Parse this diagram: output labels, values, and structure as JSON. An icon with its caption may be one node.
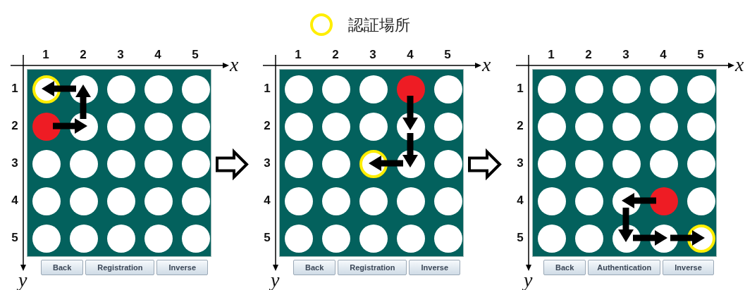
{
  "diagram": {
    "nodes": [
      {
        "text": [],
        "shape": "box"
      },
      {
        "text": [],
        "shape": "circle",
        "in": 0
      },
      {
        "text": [],
        "shape": "circle",
        "in": 0
      },
      {
        "text": [],
        "shape": "circle",
        "in": 0
      },
      {
        "text": [],
        "shape": "circle",
        "in": 0
      },
      {
        "text": [],
        "shape": "circle",
        "in": 0
      },
      {
        "text": [],
        "shape": "circle",
        "in": 0
      },
      {
        "text": [],
        "shape": "circle",
        "in": 0
      },
      {
        "text": [],
        "shape": "circle",
        "in": 0
      },
      {
        "text": [],
        "shape": "circle",
        "in": 0
      },
      {
        "text": [],
        "shape": "circle",
        "in": 0
      },
      {
        "text": [],
        "shape": "circle",
        "in": 0
      },
      {
        "text": [],
        "shape": "circle",
        "in": 0
      },
      {
        "text": [],
        "shape": "circle",
        "in": 0
      },
      {
        "text": [],
        "shape": "circle",
        "in": 0
      },
      {
        "text": [],
        "shape": "circle",
        "in": 0
      },
      {
        "text": [],
        "shape": "circle",
        "in": 0
      },
      {
        "text": [],
        "shape": "circle",
        "in": 0
      },
      {
        "text": [],
        "shape": "circle",
        "in": 0
      },
      {
        "text": [],
        "shape": "circle",
        "in": 0
      },
      {
        "text": [],
        "shape": "circle",
        "in": 0
      },
      {
        "text": [],
        "shape": "circle",
        "in": 0
      },
      {
        "text": [],
        "shape": "circle",
        "in": 0
      },
      {
        "text": [],
        "shape": "circle",
        "in": 0
      },
      {
        "text": [],
        "shape": "circle",
        "in": 0
      },
      {
        "text": [],
        "shape": "circle",
        "in": 0
      },
      {
        "text": [
          "Back"
        ]
      },
      {
        "text": [
          "Registration"
        ]
      },
      {
        "text": [
          "Inverse"
        ]
      },
      {
        "text": [],
        "shape": "box"
      },
      {
        "text": [],
        "shape": "circle",
        "in": 29
      },
      {
        "text": [],
        "shape": "circle",
        "in": 29
      },
      {
        "text": [],
        "shape": "circle",
        "in": 29
      },
      {
        "text": [],
        "shape": "circle",
        "in": 29
      },
      {
        "text": [],
        "shape": "circle",
        "in": 29
      },
      {
        "text": [],
        "shape": "circle",
        "in": 29
      },
      {
        "text": [],
        "shape": "circle",
        "in": 29
      },
      {
        "text": [],
        "shape": "circle",
        "in": 29
      },
      {
        "text": [],
        "shape": "circle",
        "in": 29
      },
      {
        "text": [],
        "shape": "circle",
        "in": 29
      },
      {
        "text": [],
        "shape": "circle",
        "in": 29
      },
      {
        "text": [],
        "shape": "circle",
        "in": 29
      },
      {
        "text": [],
        "shape": "circle",
        "in": 29
      },
      {
        "text": [],
        "shape": "circle",
        "in": 29
      },
      {
        "text": [],
        "shape": "circle",
        "in": 29
      },
      {
        "text": [],
        "shape": "circle",
        "in": 29
      },
      {
        "text": [],
        "shape": "circle",
        "in": 29
      },
      {
        "text": [],
        "shape": "circle",
        "in": 29
      },
      {
        "text": [],
        "shape": "circle",
        "in": 29
      },
      {
        "text": [],
        "shape": "circle",
        "in": 29
      },
      {
        "text": [],
        "shape": "circle",
        "in": 29
      },
      {
        "text": [],
        "shape": "circle",
        "in": 29
      },
      {
        "text": [],
        "shape": "circle",
        "in": 29
      },
      {
        "text": [],
        "shape": "circle",
        "in": 29
      },
      {
        "text": [],
        "shape": "circle",
        "in": 29
      },
      {
        "text": [
          "Back"
        ]
      },
      {
        "text": [
          "Registration"
        ]
      },
      {
        "text": [
          "Inverse"
        ]
      },
      {
        "text": [],
        "shape": "box"
      },
      {
        "text": [],
        "shape": "circle",
        "in": 58
      },
      {
        "text": [],
        "shape": "circle",
        "in": 58
      },
      {
        "text": [],
        "shape": "circle",
        "in": 58
      },
      {
        "text": [],
        "shape": "circle",
        "in": 58
      },
      {
        "text": [],
        "shape": "circle",
        "in": 58
      },
      {
        "text": [],
        "shape": "circle",
        "in": 58
      },
      {
        "text": [],
        "shape": "circle",
        "in": 58
      },
      {
        "text": [],
        "shape": "circle",
        "in": 58
      },
      {
        "text": [],
        "shape": "circle",
        "in": 58
      },
      {
        "text": [],
        "shape": "circle",
        "in": 58
      },
      {
        "text": [],
        "shape": "circle",
        "in": 58
      },
      {
        "text": [],
        "shape": "circle",
        "in": 58
      },
      {
        "text": [],
        "shape": "circle",
        "in": 58
      },
      {
        "text": [],
        "shape": "circle",
        "in": 58
      },
      {
        "text": [],
        "shape": "circle",
        "in": 58
      },
      {
        "text": [],
        "shape": "circle",
        "in": 58
      },
      {
        "text": [],
        "shape": "circle",
        "in": 58
      },
      {
        "text": [],
        "shape": "circle",
        "in": 58
      },
      {
        "text": [],
        "shape": "circle",
        "in": 58
      },
      {
        "text": [],
        "shape": "circle",
        "in": 58
      },
      {
        "text": [],
        "shape": "circle",
        "in": 58
      },
      {
        "text": [],
        "shape": "circle",
        "in": 58
      },
      {
        "text": [],
        "shape": "circle",
        "in": 58
      },
      {
        "text": [],
        "shape": "circle",
        "in": 58
      },
      {
        "text": [],
        "shape": "circle",
        "in": 58
      },
      {
        "text": [
          "Back"
        ]
      },
      {
        "text": [
          "Authentication"
        ]
      },
      {
        "text": [
          "Inverse"
        ]
      }
    ],
    "edges": [
      {
        "from": 6,
        "to": 7,
        "arrow": "to"
      },
      {
        "from": 7,
        "to": 2,
        "arrow": "to"
      },
      {
        "from": 2,
        "to": 1,
        "arrow": "to"
      },
      {
        "from": 33,
        "to": 38,
        "arrow": "to"
      },
      {
        "from": 38,
        "to": 43,
        "arrow": "to"
      },
      {
        "from": 43,
        "to": 42,
        "arrow": "to"
      },
      {
        "from": 77,
        "to": 76,
        "arrow": "to"
      },
      {
        "from": 76,
        "to": 81,
        "arrow": "to"
      },
      {
        "from": 81,
        "to": 82,
        "arrow": "to"
      },
      {
        "from": 82,
        "to": 83,
        "arrow": "to"
      },
      {
        "from": 0,
        "to": 29,
        "arrow": "to",
        "style": "thick"
      },
      {
        "from": 29,
        "to": 58,
        "arrow": "to",
        "style": "thick"
      }
    ],
    "labels": [
      "1",
      "2",
      "3",
      "4",
      "5",
      "x",
      "1",
      "2",
      "3",
      "4",
      "5",
      "y",
      "1",
      "2",
      "3",
      "4",
      "5",
      "x",
      "1",
      "2",
      "3",
      "4",
      "5",
      "y",
      "1",
      "2",
      "3",
      "4",
      "5",
      "x",
      "1",
      "2",
      "3",
      "4",
      "5",
      "y"
    ],
    "legend": [
      {
        "text": "認証場所"
      }
    ]
  }
}
